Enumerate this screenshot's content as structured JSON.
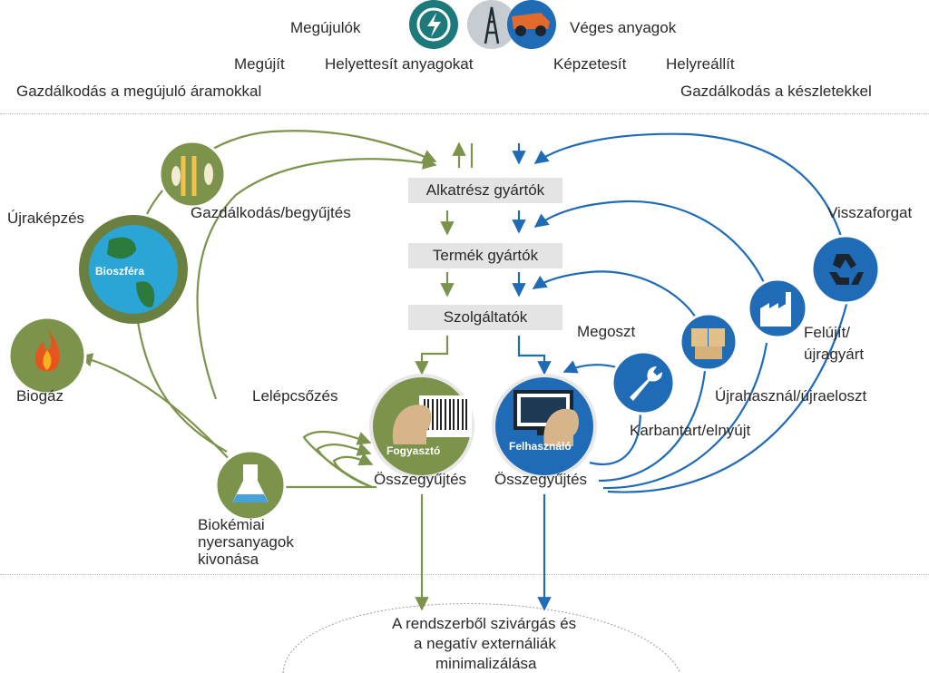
{
  "header": {
    "renewables": "Megújulók",
    "finite_materials": "Véges anyagok",
    "regenerate": "Megújít",
    "substitute_materials": "Helyettesít anyagokat",
    "virtualise": "Képzetesít",
    "restore": "Helyreállít",
    "renewable_flow_management": "Gazdálkodás a megújuló áramokkal",
    "stock_management": "Gazdálkodás a készletekkel"
  },
  "stages": {
    "parts_manufacturer": "Alkatrész gyártók",
    "product_manufacturer": "Termék gyártók",
    "service_provider": "Szolgáltatók"
  },
  "biological": {
    "regeneration": "Újraképzés",
    "farming_collection": "Gazdálkodás/begyűjtés",
    "biosphere": "Bioszféra",
    "biogas": "Biogáz",
    "cascades": "Lelépcsőzés",
    "consumer": "Fogyasztó",
    "collection": "Összegyűjtés",
    "extraction_line1": "Biokémiai",
    "extraction_line2": "nyersanyagok",
    "extraction_line3": "kivonása"
  },
  "technical": {
    "recycle": "Visszaforgat",
    "share": "Megoszt",
    "refurbish_line1": "Felújít/",
    "refurbish_line2": "újragyárt",
    "reuse": "Újrahasznál/újraeloszt",
    "maintain": "Karbantart/elnyújt",
    "user": "Felhasználó",
    "collection": "Összegyűjtés"
  },
  "footer": {
    "line1": "A rendszerből szivárgás és",
    "line2": "a negatív externáliák",
    "line3": "minimalizálása"
  },
  "colors": {
    "bio": "#7b934a",
    "bio_dark": "#6a8040",
    "tech": "#1f6bb5",
    "tech_dark": "#155a9c",
    "ocean": "#2aa5d6",
    "land": "#2c7a3c",
    "stage_bg": "#e4e4e4"
  },
  "icons": [
    "renewable-energy-icon",
    "oil-derrick-icon",
    "mining-truck-icon",
    "wheat-fish-icon",
    "globe-icon",
    "flame-icon",
    "barcode-icon",
    "flask-icon",
    "computer-icon",
    "wrench-icon",
    "boxes-icon",
    "factory-icon",
    "recycle-icon"
  ]
}
